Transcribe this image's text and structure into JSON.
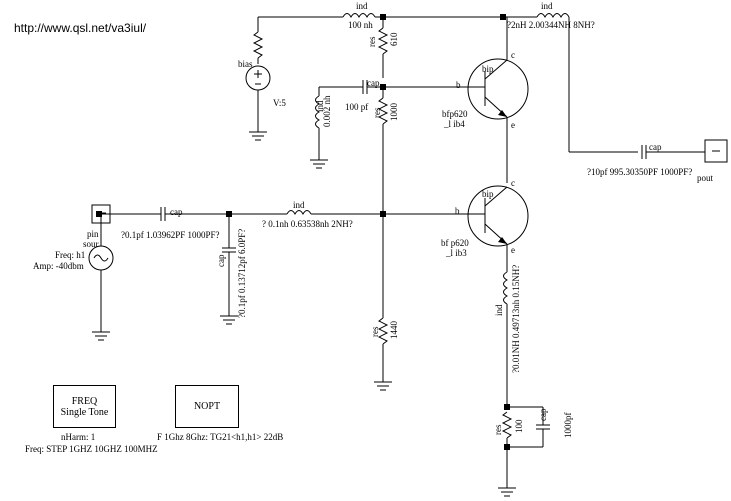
{
  "url": "http://www.qsl.net/va3iul/",
  "labels": {
    "ind_top1": "ind",
    "ind_top1_val": "100 nh",
    "ind_top2": "ind",
    "ind_top2_val": "?2nH 2.00344NH 8NH?",
    "res_610": "res",
    "res_610_val": "610",
    "bias": "bias",
    "v5": "V:5",
    "cap_100": "cap",
    "cap_100_val": "100 pf",
    "ind_002": "ind",
    "ind_002_val": "0.002 nh",
    "res_1000": "res",
    "res_1000_val": "1000",
    "bip_top": "bip",
    "b_top": "b",
    "c_top": "c",
    "e_top": "e",
    "q1_name": "bfp620",
    "q1_ib": "_l ib4",
    "cap_out": "cap",
    "cap_out_val": "?10pf 995.30350PF 1000PF?",
    "pout": "pout",
    "pin": "pin",
    "sour": "sour",
    "freq_h1": "Freq: h1",
    "amp": "Amp: -40dbm",
    "cap_in": "cap",
    "cap_in_val": "?0.1pf 1.03962PF 1000PF?",
    "ind_mid": "ind",
    "ind_mid_val": "? 0.1nh 0.63538nh 2NH?",
    "cap_shunt": "cap",
    "cap_shunt_val": "?0.1pf 0.13712pf 6.0PF?",
    "bip_bot": "bip",
    "b_bot": "b",
    "c_bot": "c",
    "e_bot": "e",
    "q2_name": "bf p620",
    "q2_ib": "_l ib3",
    "res_1440": "res",
    "res_1440_val": "1440",
    "ind_em": "ind",
    "ind_em_val": "?0.01NH 0.49713nh 0.15NH?",
    "res_100": "res",
    "res_100_val": "100",
    "cap_1000": "cap",
    "cap_1000_val": "1000pf"
  },
  "freq_box": {
    "title": "FREQ",
    "subtitle": "Single Tone",
    "nharm": "nHarm: 1",
    "freq": "Freq: STEP 1GHZ 10GHZ 100MHZ"
  },
  "nopt_box": {
    "title": "NOPT",
    "goal": "F 1Ghz 8Ghz: TG21<h1,h1> 22dB"
  }
}
